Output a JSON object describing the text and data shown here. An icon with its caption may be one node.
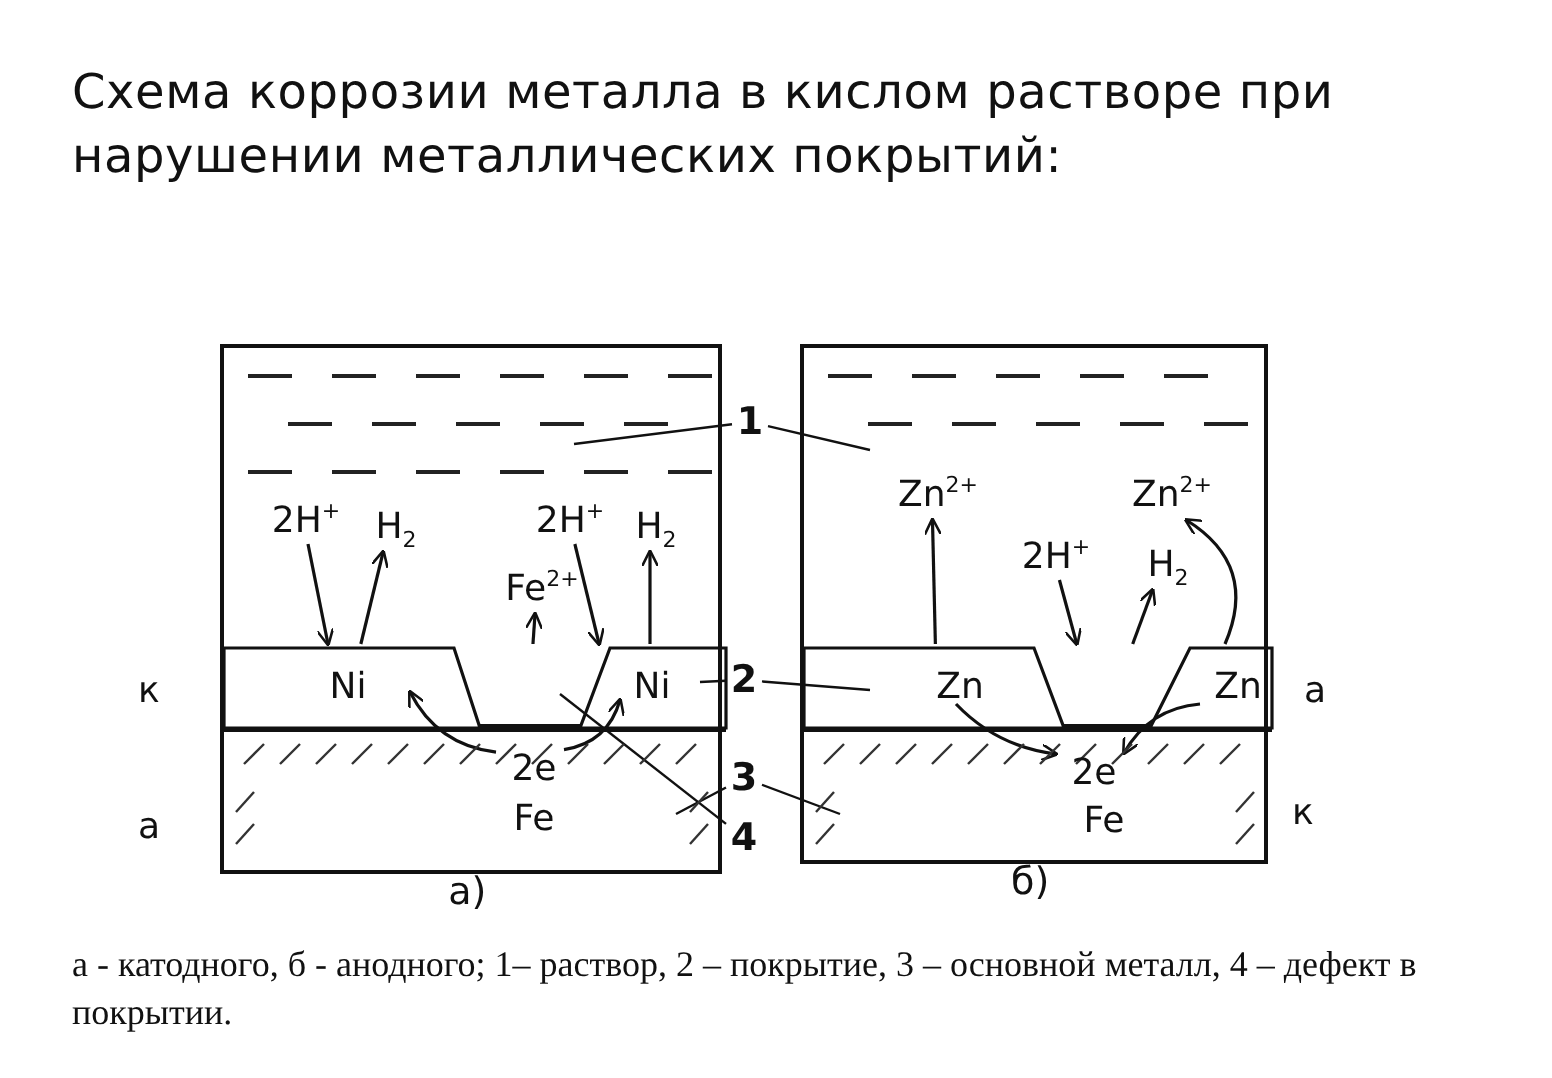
{
  "diagram": {
    "title": "Схема коррозии металла в кислом растворе при нарушении металлических покрытий:",
    "caption": "а - катодного, б - анодного; 1– раствор, 2 – покрытие, 3 – основной металл, 4 – дефект в покрытии.",
    "nodes": [
      {
        "text": [],
        "shape": "box",
        "beside": [
          "а)"
        ]
      },
      {
        "text": [],
        "shape": "box",
        "in": 0
      },
      {
        "text": [
          "2H$^{+}$"
        ],
        "in": 1
      },
      {
        "text": [
          "H$_{2}$"
        ],
        "in": 1
      },
      {
        "text": [
          "2H$^{+}$"
        ],
        "in": 1
      },
      {
        "text": [
          "H$_{2}$"
        ],
        "in": 1
      },
      {
        "text": [
          "Fe$^{2+}$"
        ],
        "in": 1
      },
      {
        "text": [
          "Ni"
        ],
        "in": 0,
        "beside": [
          "к"
        ]
      },
      {
        "text": [
          "Ni"
        ],
        "in": 0
      },
      {
        "text": [],
        "shape": "box",
        "in": 0
      },
      {
        "text": [
          "Fe"
        ],
        "in": 0,
        "beside": [
          "а"
        ]
      },
      {
        "text": [
          "2e"
        ],
        "in": 10
      },
      {
        "text": [],
        "shape": "box",
        "beside": [
          "б)"
        ]
      },
      {
        "text": [],
        "shape": "box",
        "in": 12
      },
      {
        "text": [
          "Zn$^{2+}$"
        ],
        "in": 13
      },
      {
        "text": [
          "Zn$^{2+}$"
        ],
        "in": 13
      },
      {
        "text": [
          "2H$^{+}$"
        ],
        "in": 13
      },
      {
        "text": [
          "H$_{2}$"
        ],
        "in": 13
      },
      {
        "text": [
          "Zn"
        ],
        "in": 12
      },
      {
        "text": [
          "Zn"
        ],
        "in": 12,
        "beside": [
          "а"
        ]
      },
      {
        "text": [],
        "shape": "box",
        "in": 12
      },
      {
        "text": [
          "Fe"
        ],
        "in": 12,
        "beside": [
          "к"
        ]
      },
      {
        "text": [
          "2e"
        ],
        "in": 21
      },
      {
        "text": [
          "1"
        ]
      },
      {
        "text": [
          "2"
        ]
      },
      {
        "text": [
          "3"
        ]
      },
      {
        "text": [
          "4"
        ]
      }
    ],
    "edges": [
      {
        "from": 2,
        "to": 7,
        "arrow": "to"
      },
      {
        "from": 7,
        "to": 3,
        "arrow": "to"
      },
      {
        "from": 4,
        "to": 8,
        "arrow": "to"
      },
      {
        "from": 8,
        "to": 5,
        "arrow": "to"
      },
      {
        "from": 9,
        "to": 6,
        "arrow": "to"
      },
      {
        "from": 11,
        "to": 7,
        "arrow": "to"
      },
      {
        "from": 11,
        "to": 8,
        "arrow": "to"
      },
      {
        "from": 18,
        "to": 14,
        "arrow": "to"
      },
      {
        "from": 16,
        "to": 20,
        "arrow": "to"
      },
      {
        "from": 20,
        "to": 17,
        "arrow": "to"
      },
      {
        "from": 19,
        "to": 15,
        "arrow": "to"
      },
      {
        "from": 18,
        "to": 22,
        "arrow": "to"
      },
      {
        "from": 19,
        "to": 22,
        "arrow": "to"
      },
      {
        "from": 23,
        "to": 1,
        "arrow": "none"
      },
      {
        "from": 23,
        "to": 13,
        "arrow": "none"
      },
      {
        "from": 24,
        "to": 8,
        "arrow": "none"
      },
      {
        "from": 24,
        "to": 18,
        "arrow": "none"
      },
      {
        "from": 25,
        "to": 10,
        "arrow": "none"
      },
      {
        "from": 25,
        "to": 21,
        "arrow": "none"
      },
      {
        "from": 26,
        "to": 9,
        "arrow": "none"
      }
    ]
  }
}
